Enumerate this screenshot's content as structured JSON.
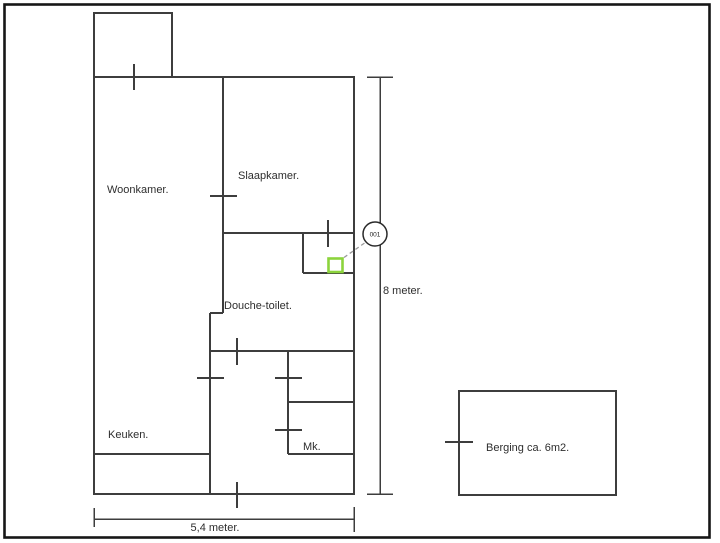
{
  "diagram": {
    "type": "floor-plan",
    "rooms": [
      {
        "id": "woonkamer",
        "label": "Woonkamer."
      },
      {
        "id": "slaapkamer",
        "label": "Slaapkamer."
      },
      {
        "id": "douche-toilet",
        "label": "Douche-toilet."
      },
      {
        "id": "keuken",
        "label": "Keuken."
      },
      {
        "id": "mk",
        "label": "Mk."
      },
      {
        "id": "berging",
        "label": "Berging ca. 6m2."
      }
    ],
    "dimensions": {
      "height_label": "8 meter.",
      "width_label": "5,4 meter."
    },
    "marker": {
      "label": "001"
    },
    "colors": {
      "wall": "#3d3d3d",
      "marker_green": "#8cd43c",
      "leader_dash": "#9a9a9a"
    }
  }
}
